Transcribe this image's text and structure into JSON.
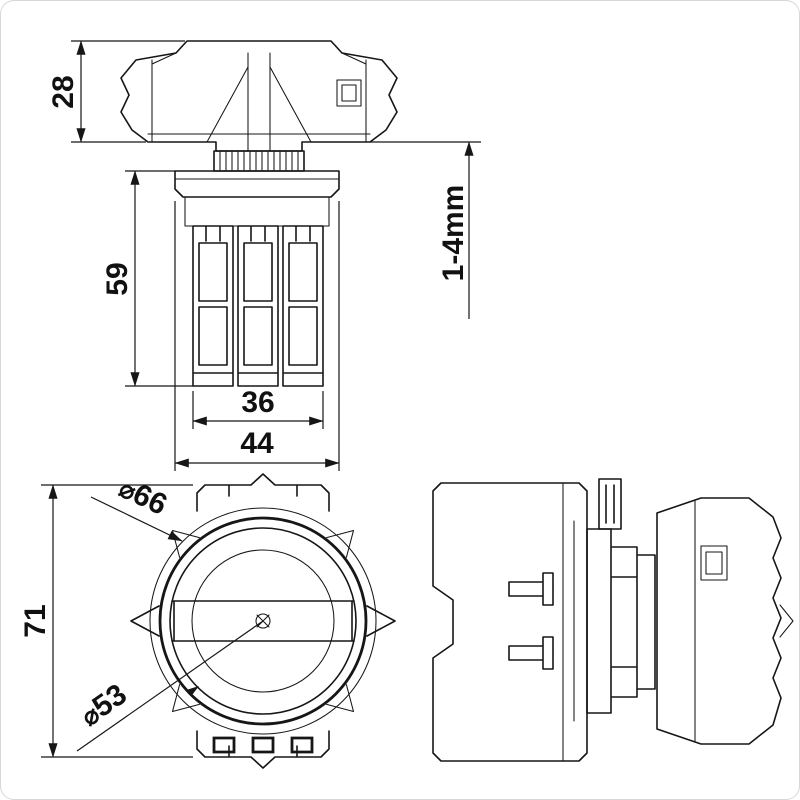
{
  "dims": {
    "cap_height": "28",
    "body_height": "59",
    "clamp_width": "36",
    "body_width": "44",
    "panel_range": "1-4mm",
    "outer_dia": "66",
    "inner_dia": "53",
    "front_height": "71",
    "dia_symbol": "⌀"
  },
  "colors": {
    "line": "#161616",
    "background": "#ffffff",
    "border": "#d8d8d8"
  }
}
